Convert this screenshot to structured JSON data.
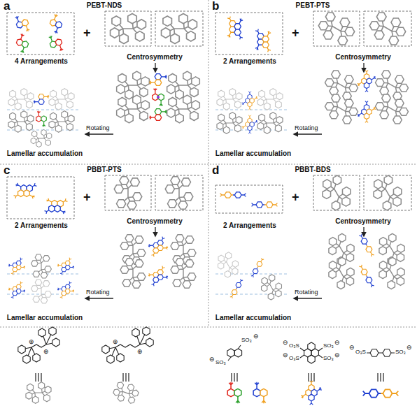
{
  "diagram": {
    "nodes": [
      {
        "text": [
          "a",
          "PEBT-NDS"
        ]
      },
      {
        "text": [
          "4 Arrangements"
        ],
        "in": 0
      },
      {
        "text": [
          "Centrosymmetry"
        ],
        "in": 0
      },
      {
        "text": [
          "Lamellar accumulation"
        ],
        "in": 0
      },
      {
        "text": [
          "b",
          "PEBT-PTS"
        ]
      },
      {
        "text": [
          "2 Arrangements"
        ],
        "in": 4
      },
      {
        "text": [
          "Centrosymmetry"
        ],
        "in": 4
      },
      {
        "text": [
          "Lamellar accumulation"
        ],
        "in": 4
      },
      {
        "text": [
          "c",
          "PBBT-PTS"
        ]
      },
      {
        "text": [
          "2 Arrangements"
        ],
        "in": 8
      },
      {
        "text": [
          "Centrosymmetry"
        ],
        "in": 8
      },
      {
        "text": [
          "Lamellar accumulation"
        ],
        "in": 8
      },
      {
        "text": [
          "d",
          "PBBT-BDS"
        ]
      },
      {
        "text": [
          "2 Arrangements"
        ],
        "in": 12
      },
      {
        "text": [
          "Centrosymmetry"
        ],
        "in": 12
      },
      {
        "text": [
          "Lamellar accumulation"
        ],
        "in": 12
      }
    ],
    "labels": [
      "+",
      "Rotating",
      "+",
      "Rotating",
      "+",
      "Rotating",
      "+",
      "Rotating",
      "⊕",
      "⊕",
      "⊕",
      "⊕",
      "SO₃",
      "⊖",
      "SO₃",
      "⊖",
      "O₃S",
      "⊖",
      "O₃S",
      "⊖",
      "SO₃",
      "⊖",
      "SO₃",
      "⊖",
      "O₃S",
      "⊖",
      "SO₃",
      "⊖"
    ]
  }
}
